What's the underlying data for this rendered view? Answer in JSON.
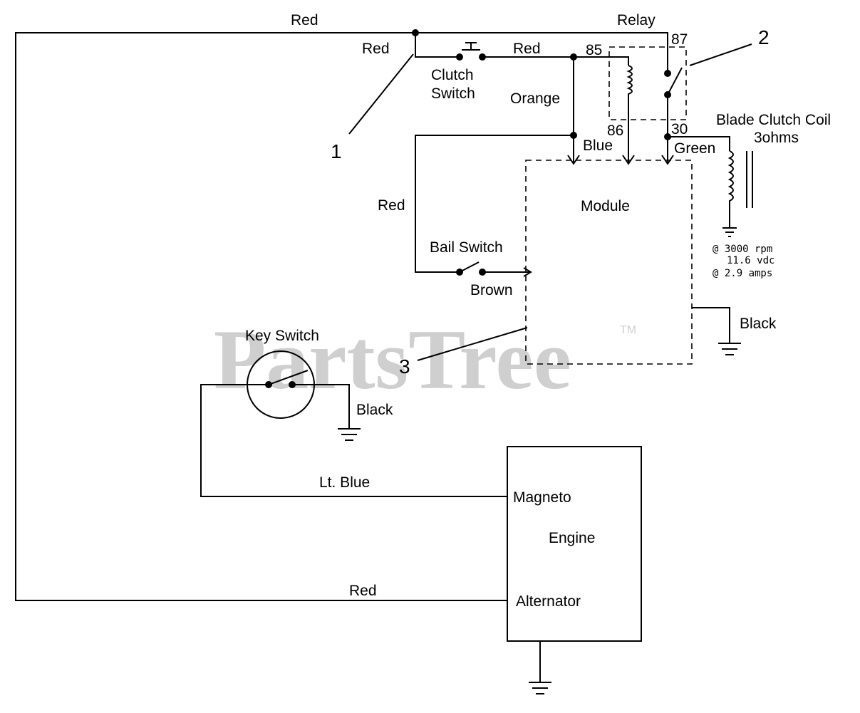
{
  "watermark": {
    "text": "PartsTree",
    "trademark": "TM"
  },
  "callouts": {
    "c1": "1",
    "c2": "2",
    "c3": "3"
  },
  "wires": {
    "top_red": "Red",
    "red_to_clutch": "Red",
    "clutch_to_85": "Red",
    "orange": "Orange",
    "blue": "Blue",
    "red_bail": "Red",
    "brown": "Brown",
    "green": "Green",
    "lt_blue": "Lt. Blue",
    "bottom_red": "Red",
    "key_black": "Black",
    "module_black": "Black"
  },
  "components": {
    "relay": "Relay",
    "pin_87": "87",
    "pin_85": "85",
    "pin_86": "86",
    "pin_30": "30",
    "clutch_switch_line1": "Clutch",
    "clutch_switch_line2": "Switch",
    "bail_switch": "Bail Switch",
    "module": "Module",
    "key_switch": "Key Switch",
    "blade_clutch_line1": "Blade Clutch Coil",
    "blade_clutch_line2": "3ohms",
    "spec_line1": "@ 3000 rpm",
    "spec_line2": "11.6 vdc",
    "spec_line3": "@ 2.9 amps",
    "magneto": "Magneto",
    "engine": "Engine",
    "alternator": "Alternator"
  }
}
